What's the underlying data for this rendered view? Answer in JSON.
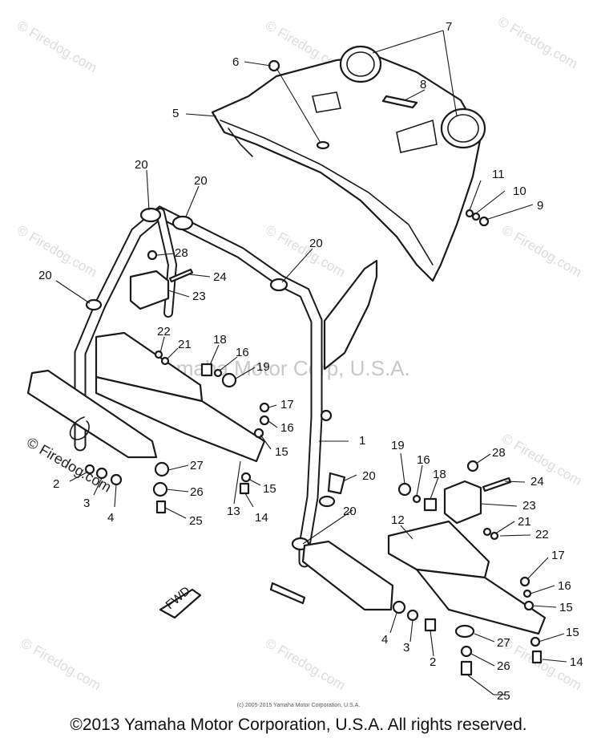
{
  "watermark": {
    "site": "© Firedog.com",
    "center_text": "Yamaha Motor Corp, U.S.A."
  },
  "callouts": [
    "1",
    "2",
    "3",
    "4",
    "5",
    "6",
    "7",
    "8",
    "9",
    "10",
    "11",
    "12",
    "13",
    "14",
    "15",
    "16",
    "17",
    "18",
    "19",
    "20",
    "21",
    "22",
    "23",
    "24",
    "25",
    "26",
    "27",
    "28"
  ],
  "fwd_label": "FWD",
  "small_copyright": "(c) 2005-2015 Yamaha Motor Corporation, U.S.A.",
  "copyright": "©2013 Yamaha Motor Corporation, U.S.A. All rights reserved."
}
